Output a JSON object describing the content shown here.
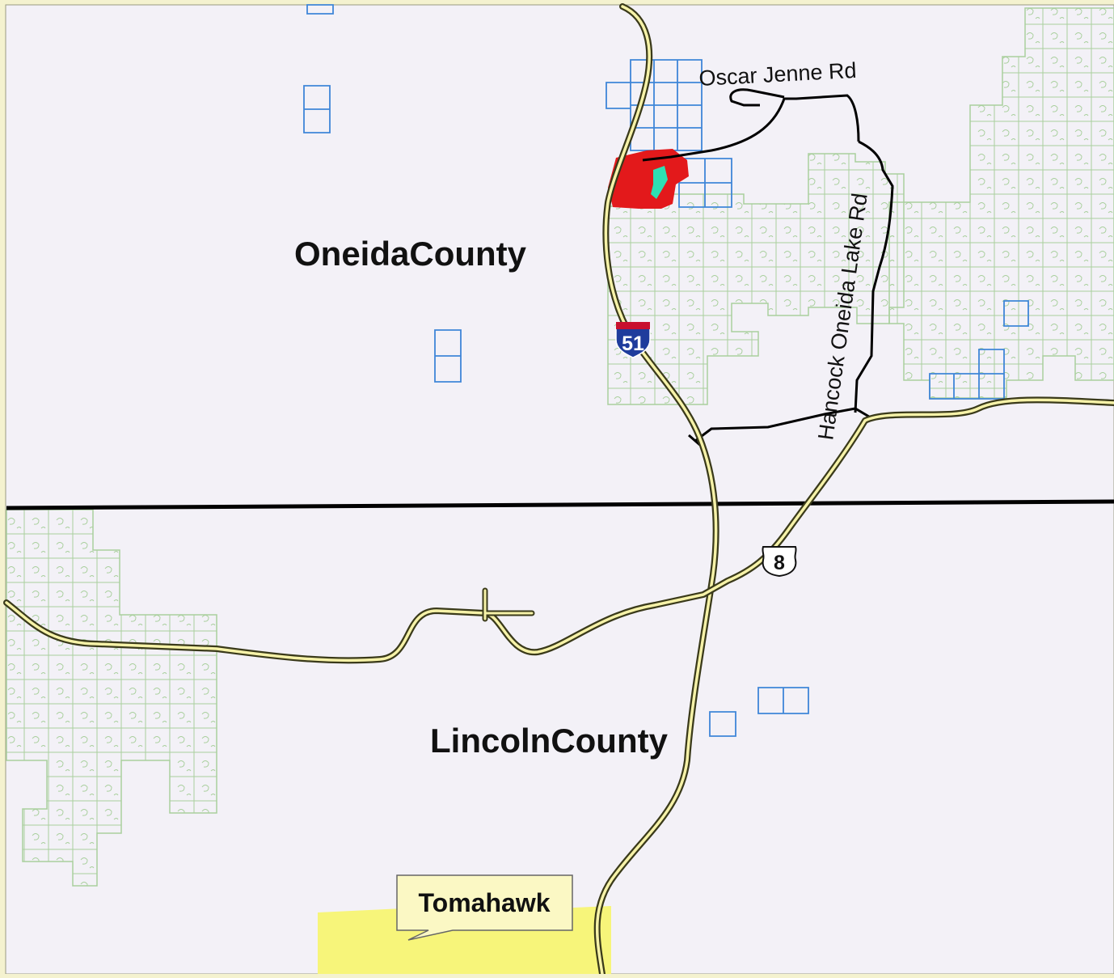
{
  "map": {
    "counties": {
      "north": "OneidaCounty",
      "south": "LincolnCounty"
    },
    "roads": {
      "oscar_jenne": "Oscar Jenne Rd",
      "hancock_oneida": "Hancock Oneida Lake Rd"
    },
    "shields": {
      "interstate": "51",
      "us_route": "8"
    },
    "city": {
      "name": "Tomahawk"
    },
    "colors": {
      "background": "#f3f1f7",
      "frame": "#f4f2cf",
      "county_line": "#000000",
      "highway_casing": "#3a3a1a",
      "highway_fill": "#f6f2a8",
      "forest_parcel": "#a8d0a0",
      "blue_parcel": "#3f86d8",
      "red_parcel": "#e3191b",
      "water": "#2ee0b4",
      "city_area": "#f7f57a",
      "callout_bg": "#fbf8c4",
      "interstate_red": "#c8102e",
      "interstate_blue": "#1f3c9c"
    }
  }
}
